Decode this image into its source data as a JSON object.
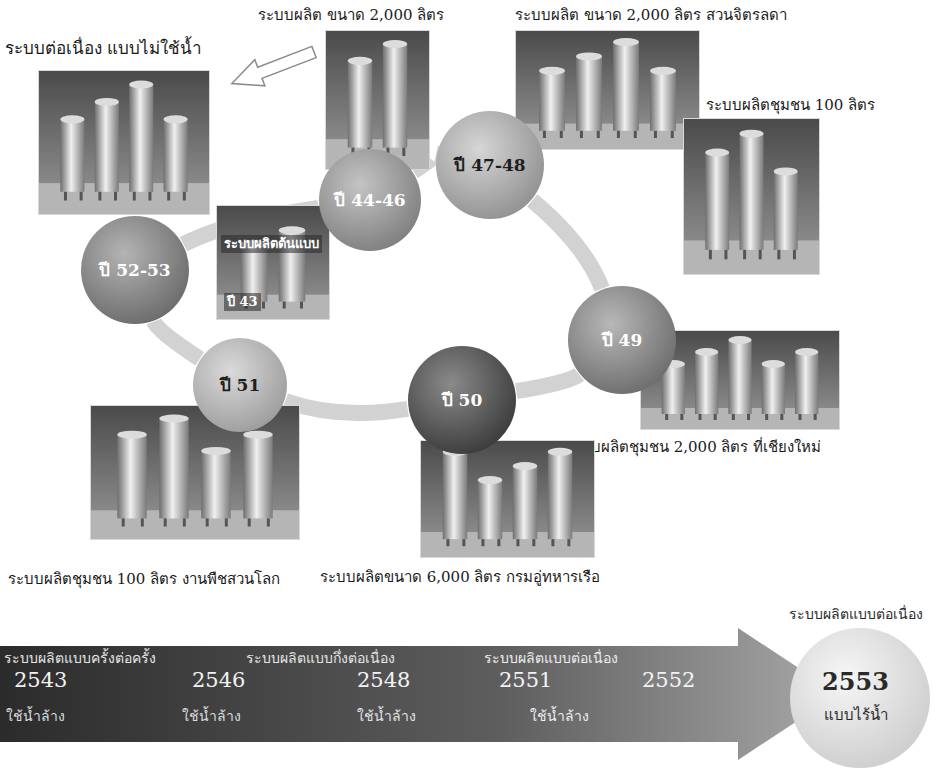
{
  "diagram": {
    "nodes": [
      {
        "text": [
          "ระบบผลิตต้นแบบ",
          "ปี 43"
        ]
      },
      {
        "text": [
          "ระบบผลิต ขนาด 2,000 ลิตร"
        ]
      },
      {
        "text": [
          "ปี 44-46"
        ]
      },
      {
        "text": [
          "ระบบผลิต ขนาด 2,000 ลิตร สวนจิตรลดา"
        ]
      },
      {
        "text": [
          "ระบบผลิตชุมชน 100 ลิตร"
        ]
      },
      {
        "text": [
          "ปี 47-48"
        ]
      },
      {
        "text": [
          "ระบบผลิตชุมชน 2,000 ลิตร ที่เชียงใหม่"
        ]
      },
      {
        "text": [
          "ปี 49"
        ]
      },
      {
        "text": [
          "ระบบผลิตขนาด 6,000 ลิตร กรมอู่ทหารเรือ"
        ]
      },
      {
        "text": [
          "ปี 50"
        ]
      },
      {
        "text": [
          "ระบบผลิตชุมชน 100 ลิตร งานพืชสวนโลก"
        ]
      },
      {
        "text": [
          "ปี 51"
        ]
      },
      {
        "text": [
          "ระบบต่อเนื่อง แบบไม่ใช้น้ำ"
        ]
      },
      {
        "text": [
          "ปี 52-53"
        ]
      },
      {
        "text": [
          "ระบบผลิตแบบครั้งต่อครั้ง",
          "ระบบผลิตแบบกึ่งต่อเนื่อง",
          "ระบบผลิตแบบต่อเนื่อง",
          "2543",
          "2546",
          "2548",
          "2551",
          "2552",
          "ใช้น้ำล้าง",
          "ใช้น้ำล้าง",
          "ใช้น้ำล้าง",
          "ใช้น้ำล้าง"
        ]
      },
      {
        "text": [
          "ระบบผลิตแบบต่อเนื่อง",
          "2553",
          "แบบไร้น้ำ"
        ]
      }
    ],
    "edges": [
      {
        "from": 2,
        "to": 5,
        "arrow": "none"
      },
      {
        "from": 5,
        "to": 7,
        "arrow": "none"
      },
      {
        "from": 7,
        "to": 9,
        "arrow": "none"
      },
      {
        "from": 9,
        "to": 11,
        "arrow": "none"
      },
      {
        "from": 11,
        "to": 13,
        "arrow": "none"
      },
      {
        "from": 13,
        "to": 2,
        "arrow": "none"
      }
    ]
  }
}
